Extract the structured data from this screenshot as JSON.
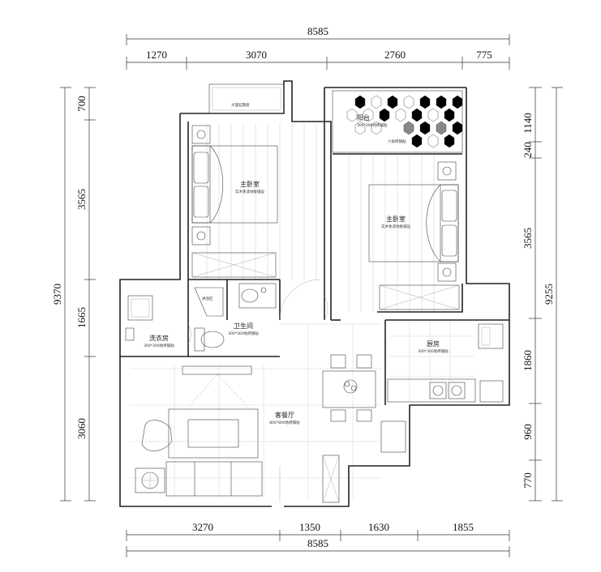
{
  "dimensions": {
    "top_total": "8585",
    "top_segments": [
      "1270",
      "3070",
      "2760",
      "775"
    ],
    "bottom_total": "8585",
    "bottom_segments": [
      "3270",
      "1350",
      "1630",
      "1855"
    ],
    "left_total": "9370",
    "left_segments": [
      "700",
      "3565",
      "1665",
      "3060"
    ],
    "right_total": "9255",
    "right_segments": [
      "1140",
      "240",
      "3565",
      "1860",
      "960",
      "770"
    ]
  },
  "rooms": {
    "master_bedroom_left": {
      "name": "主卧室",
      "note": "实木免漆地板铺设"
    },
    "master_bedroom_right": {
      "name": "主卧室",
      "note": "实木免漆地板铺设"
    },
    "balcony": {
      "name": "阳台",
      "note": "300*300地砖铺贴",
      "extra": "六角砖铺贴"
    },
    "bathroom": {
      "name": "卫生间",
      "note": "300*300地砖铺贴"
    },
    "laundry": {
      "name": "洗衣房",
      "note": "300*300地砖铺贴"
    },
    "kitchen": {
      "name": "厨房",
      "note": "300*300地砖铺贴"
    },
    "living_dining": {
      "name": "客餐厅",
      "note": "800*800地砖铺贴"
    },
    "window_note": "大理石飘窗",
    "shower": "淋浴区"
  }
}
